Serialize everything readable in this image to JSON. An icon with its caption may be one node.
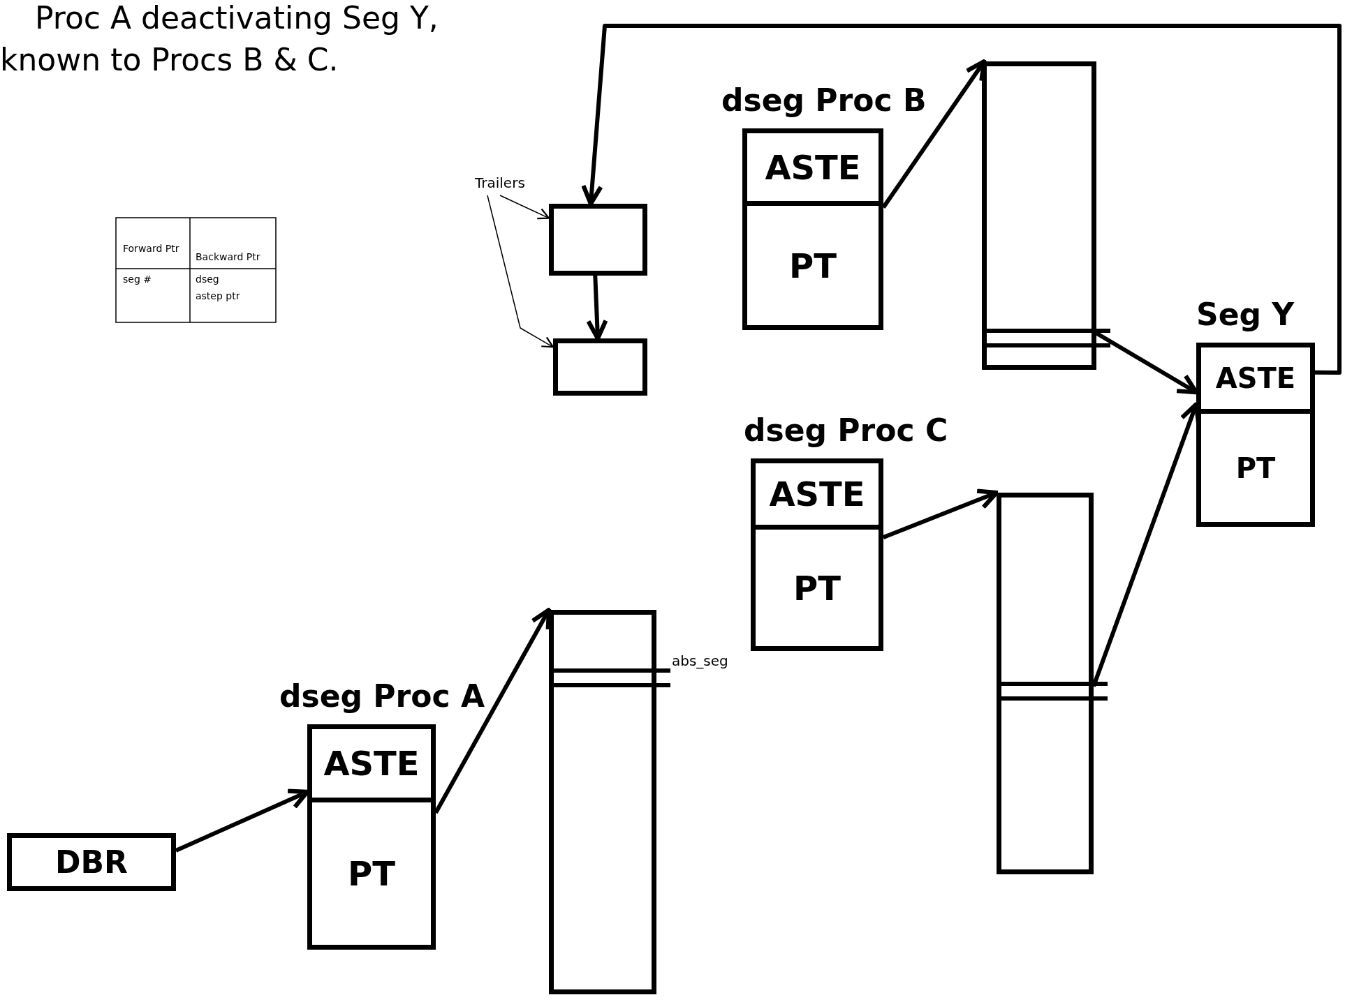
{
  "diagram": {
    "nodes": [
      {
        "text": [
          "Trailers"
        ]
      },
      {
        "text": [],
        "shape": "box"
      },
      {
        "text": [],
        "shape": "box"
      },
      {
        "text": [
          "dseg Proc B"
        ]
      },
      {
        "text": [
          "ASTE"
        ],
        "in": 3
      },
      {
        "text": [
          "PT"
        ],
        "in": 3
      },
      {
        "text": [],
        "shape": "box"
      },
      {
        "text": [],
        "shape": "bar",
        "in": 6
      },
      {
        "text": [
          "Seg Y"
        ]
      },
      {
        "text": [
          "ASTE"
        ],
        "in": 8
      },
      {
        "text": [
          "PT"
        ],
        "in": 8
      },
      {
        "text": [
          "dseg Proc C"
        ]
      },
      {
        "text": [
          "ASTE"
        ],
        "in": 11
      },
      {
        "text": [
          "PT"
        ],
        "in": 11
      },
      {
        "text": [],
        "shape": "box"
      },
      {
        "text": [],
        "shape": "bar",
        "in": 14
      },
      {
        "text": [],
        "shape": "box"
      },
      {
        "text": [],
        "shape": "bar",
        "in": 16
      },
      {
        "text": [
          "dseg Proc A"
        ]
      },
      {
        "text": [
          "ASTE"
        ],
        "in": 18
      },
      {
        "text": [
          "PT"
        ],
        "in": 18
      },
      {
        "text": [
          "DBR"
        ]
      }
    ],
    "edges": [
      {
        "from": 0,
        "to": 1,
        "arrow": "to"
      },
      {
        "from": 0,
        "to": 2,
        "arrow": "to"
      },
      {
        "from": 1,
        "to": 2,
        "arrow": "to"
      },
      {
        "from": 9,
        "to": 1,
        "arrow": "to"
      },
      {
        "from": 5,
        "to": 6,
        "arrow": "to"
      },
      {
        "from": 7,
        "to": 9,
        "arrow": "to"
      },
      {
        "from": 13,
        "to": 14,
        "arrow": "to"
      },
      {
        "from": 15,
        "to": 9,
        "arrow": "to"
      },
      {
        "from": 20,
        "to": 16,
        "arrow": "to"
      },
      {
        "from": 21,
        "to": 18,
        "arrow": "to"
      }
    ],
    "labels": [
      "Proc A deactivating Seg Y,",
      "known to Procs B & C.",
      "Forward Ptr",
      "Backward Ptr",
      "seg #",
      "dseg",
      "astep ptr",
      "abs_seg"
    ]
  }
}
